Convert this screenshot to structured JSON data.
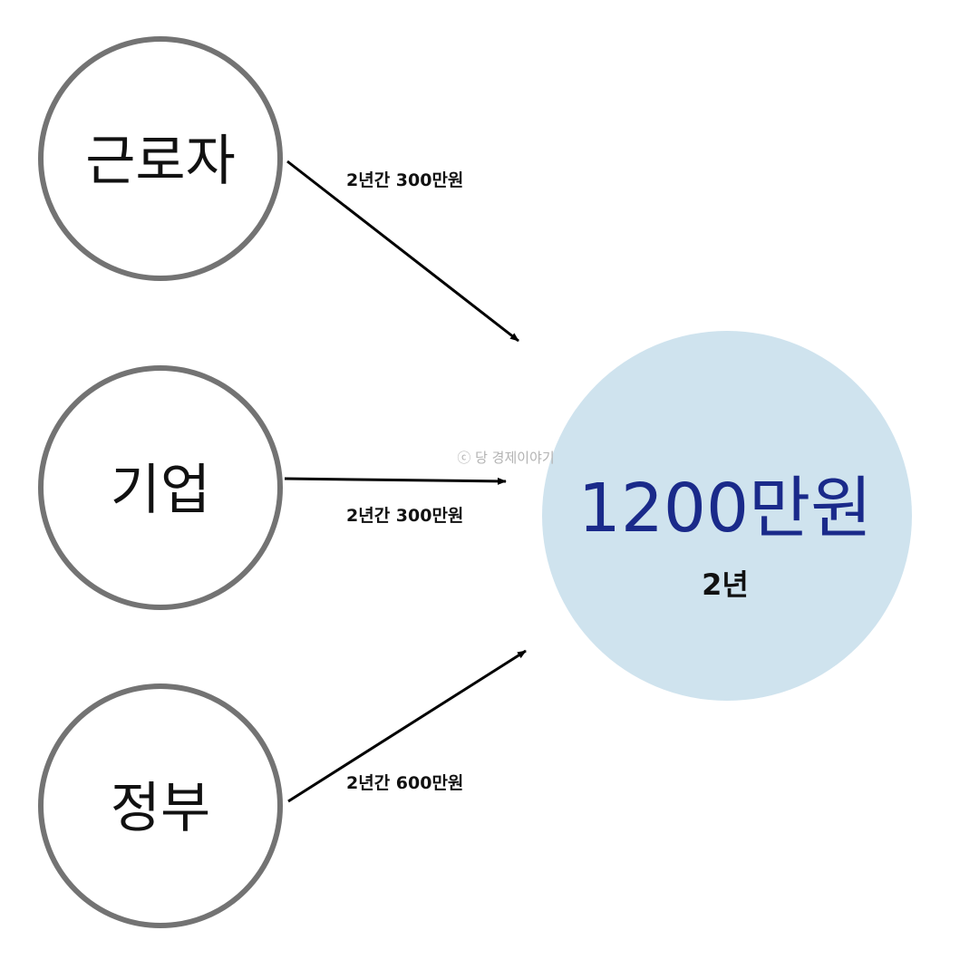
{
  "nodes": {
    "worker": {
      "label": "근로자"
    },
    "company": {
      "label": "기업"
    },
    "government": {
      "label": "정부"
    }
  },
  "flows": {
    "worker": {
      "label": "2년간 300만원"
    },
    "company": {
      "label": "2년간 300만원"
    },
    "government": {
      "label": "2년간 600만원"
    }
  },
  "total": {
    "amount": "1200만원",
    "period": "2년"
  },
  "watermark": "ⓒ 당 경제이야기",
  "colors": {
    "node_stroke": "#737373",
    "total_fill": "#cfe3ee",
    "total_text": "#1a2a8a",
    "arrow": "#000000"
  }
}
